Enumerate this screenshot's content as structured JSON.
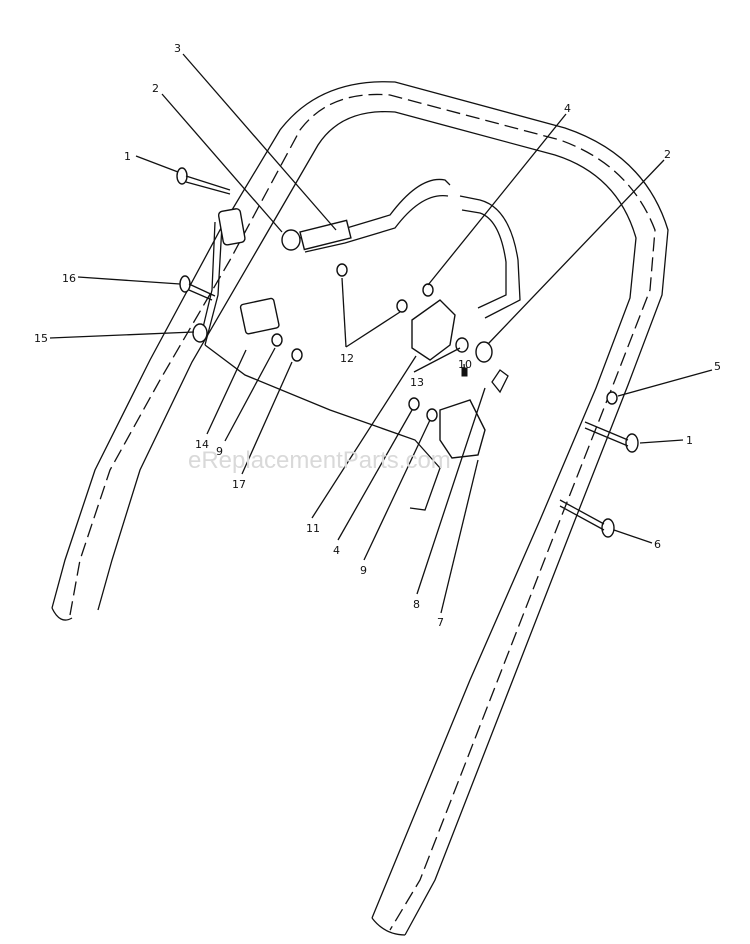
{
  "watermark": "eReplacementParts.com",
  "callouts": [
    {
      "id": "c1a",
      "text": "1"
    },
    {
      "id": "c2a",
      "text": "2"
    },
    {
      "id": "c3",
      "text": "3"
    },
    {
      "id": "c4a",
      "text": "4"
    },
    {
      "id": "c2b",
      "text": "2"
    },
    {
      "id": "c16",
      "text": "16"
    },
    {
      "id": "c15",
      "text": "15"
    },
    {
      "id": "c12",
      "text": "12"
    },
    {
      "id": "c13",
      "text": "13"
    },
    {
      "id": "c10",
      "text": "10"
    },
    {
      "id": "c5",
      "text": "5"
    },
    {
      "id": "c1b",
      "text": "1"
    },
    {
      "id": "c14",
      "text": "14"
    },
    {
      "id": "c9a",
      "text": "9"
    },
    {
      "id": "c17",
      "text": "17"
    },
    {
      "id": "c11",
      "text": "11"
    },
    {
      "id": "c4b",
      "text": "4"
    },
    {
      "id": "c9b",
      "text": "9"
    },
    {
      "id": "c8",
      "text": "8"
    },
    {
      "id": "c7",
      "text": "7"
    },
    {
      "id": "c6",
      "text": "6"
    }
  ]
}
